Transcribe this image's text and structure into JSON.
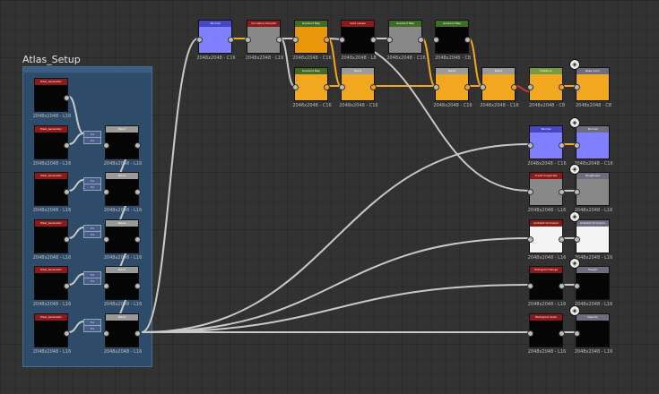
{
  "frame": {
    "title": "Atlas_Setup"
  },
  "colors": {
    "orange": "#f2a81e",
    "normal": "#7f7fff",
    "grey": "#888888",
    "hdr_red": "#8b1a1a",
    "hdr_green": "#3f6b24",
    "hdr_gray": "#9a9a9a",
    "hdr_output": "#6d6d80",
    "hdr_blue": "#4646c8"
  },
  "nodes": [
    {
      "id": "normal",
      "label": "Normal",
      "res": "2048x2048 - C16"
    },
    {
      "id": "curv",
      "label": "Curvature Smooth",
      "res": "2048x2048 - L16"
    },
    {
      "id": "gm1",
      "label": "Gradient Map",
      "res": "2048x2048 - C16"
    },
    {
      "id": "al",
      "label": "Auto Levels",
      "res": "2048x2048 - L8"
    },
    {
      "id": "gm2",
      "label": "Gradient Map",
      "res": "2048x2048 - C16"
    },
    {
      "id": "gm3",
      "label": "Gradient Map",
      "res": "2048x2048 - C8"
    },
    {
      "id": "gm4",
      "label": "Gradient Map",
      "res": "2048x2048 - C16"
    },
    {
      "id": "bl1",
      "label": "Blend",
      "res": "2048x2048 - C16"
    },
    {
      "id": "bl2",
      "label": "Blend",
      "res": "2048x2048 - C16"
    },
    {
      "id": "bl3",
      "label": "Blend",
      "res": "2048x2048 - C16"
    },
    {
      "id": "dist",
      "label": "Distance",
      "res": "2048x2048 - C8"
    },
    {
      "id": "basecolor",
      "label": "Base Color",
      "res": "2048x2048 - C8"
    },
    {
      "id": "n2",
      "label": "Normal",
      "res": "2048x2048 - C16"
    },
    {
      "id": "outnormal",
      "label": "Normal",
      "res": "2048x2048 - C16"
    },
    {
      "id": "inv",
      "label": "Invert Grayscale",
      "res": "2048x2048 - L16"
    },
    {
      "id": "rough",
      "label": "Roughness",
      "res": "2048x2048 - L16"
    },
    {
      "id": "ao",
      "label": "Ambient Occlusion",
      "res": "2048x2048 - L16"
    },
    {
      "id": "outao",
      "label": "Ambient Occlusion",
      "res": "2048x2048 - L16"
    },
    {
      "id": "hr",
      "label": "Histogram Range",
      "res": "2048x2048 - L16"
    },
    {
      "id": "height",
      "label": "Height",
      "res": "2048x2048 - L16"
    },
    {
      "id": "hs",
      "label": "Histogram Scan",
      "res": "2048x2048 - L16"
    },
    {
      "id": "opacity",
      "label": "Opacity",
      "res": "2048x2048 - L16"
    },
    {
      "id": "pg1",
      "label": "Pixel_Generator",
      "res": "2048x2048 - L16"
    },
    {
      "id": "pg2",
      "label": "Pixel_Generator",
      "res": "2048x2048 - L16"
    },
    {
      "id": "pg3",
      "label": "Pixel_Generator",
      "res": "2048x2048 - L16"
    },
    {
      "id": "pg4",
      "label": "Pixel_Generator",
      "res": "2048x2048 - L16"
    },
    {
      "id": "pg5",
      "label": "Pixel_Generator",
      "res": "2048x2048 - L16"
    },
    {
      "id": "pg6",
      "label": "Pixel_Generator",
      "res": "2048x2048 - L16"
    },
    {
      "id": "ab1",
      "label": "Blend",
      "res": "2048x2048 - L16"
    },
    {
      "id": "ab2",
      "label": "Blend",
      "res": "2048x2048 - L16"
    },
    {
      "id": "ab3",
      "label": "Blend",
      "res": "2048x2048 - L16"
    },
    {
      "id": "ab4",
      "label": "Blend",
      "res": "2048x2048 - L16"
    },
    {
      "id": "ab5",
      "label": "Blend",
      "res": "2048x2048 - L16"
    }
  ],
  "transform_label": "Tra"
}
